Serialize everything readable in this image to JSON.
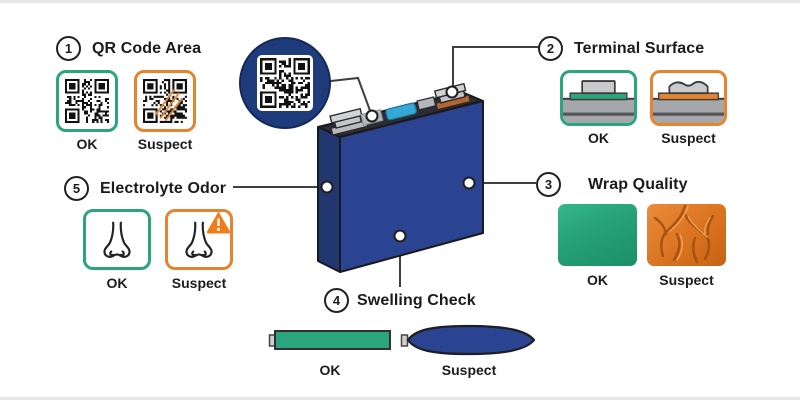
{
  "colors": {
    "ok_green": "#2aa57c",
    "suspect_orange": "#e5832e",
    "battery_blue": "#2b4492",
    "battery_blue_dark": "#22366f",
    "battery_top": "#2c2c34",
    "bubble_navy": "#1e3c7c",
    "sticker_cyan": "#35a9d6",
    "line_gray": "#3f3f3f",
    "ink": "#1b1b1b"
  },
  "sections": {
    "qr": {
      "number": "1",
      "title": "QR Code Area",
      "ok": "OK",
      "suspect": "Suspect"
    },
    "terminal": {
      "number": "2",
      "title": "Terminal Surface",
      "ok": "OK",
      "suspect": "Suspect"
    },
    "wrap": {
      "number": "3",
      "title": "Wrap Quality",
      "ok": "OK",
      "suspect": "Suspect"
    },
    "swelling": {
      "number": "4",
      "title": "Swelling Check",
      "ok": "OK",
      "suspect": "Suspect"
    },
    "odor": {
      "number": "5",
      "title": "Electrolyte Odor",
      "ok": "OK",
      "suspect": "Suspect"
    }
  }
}
